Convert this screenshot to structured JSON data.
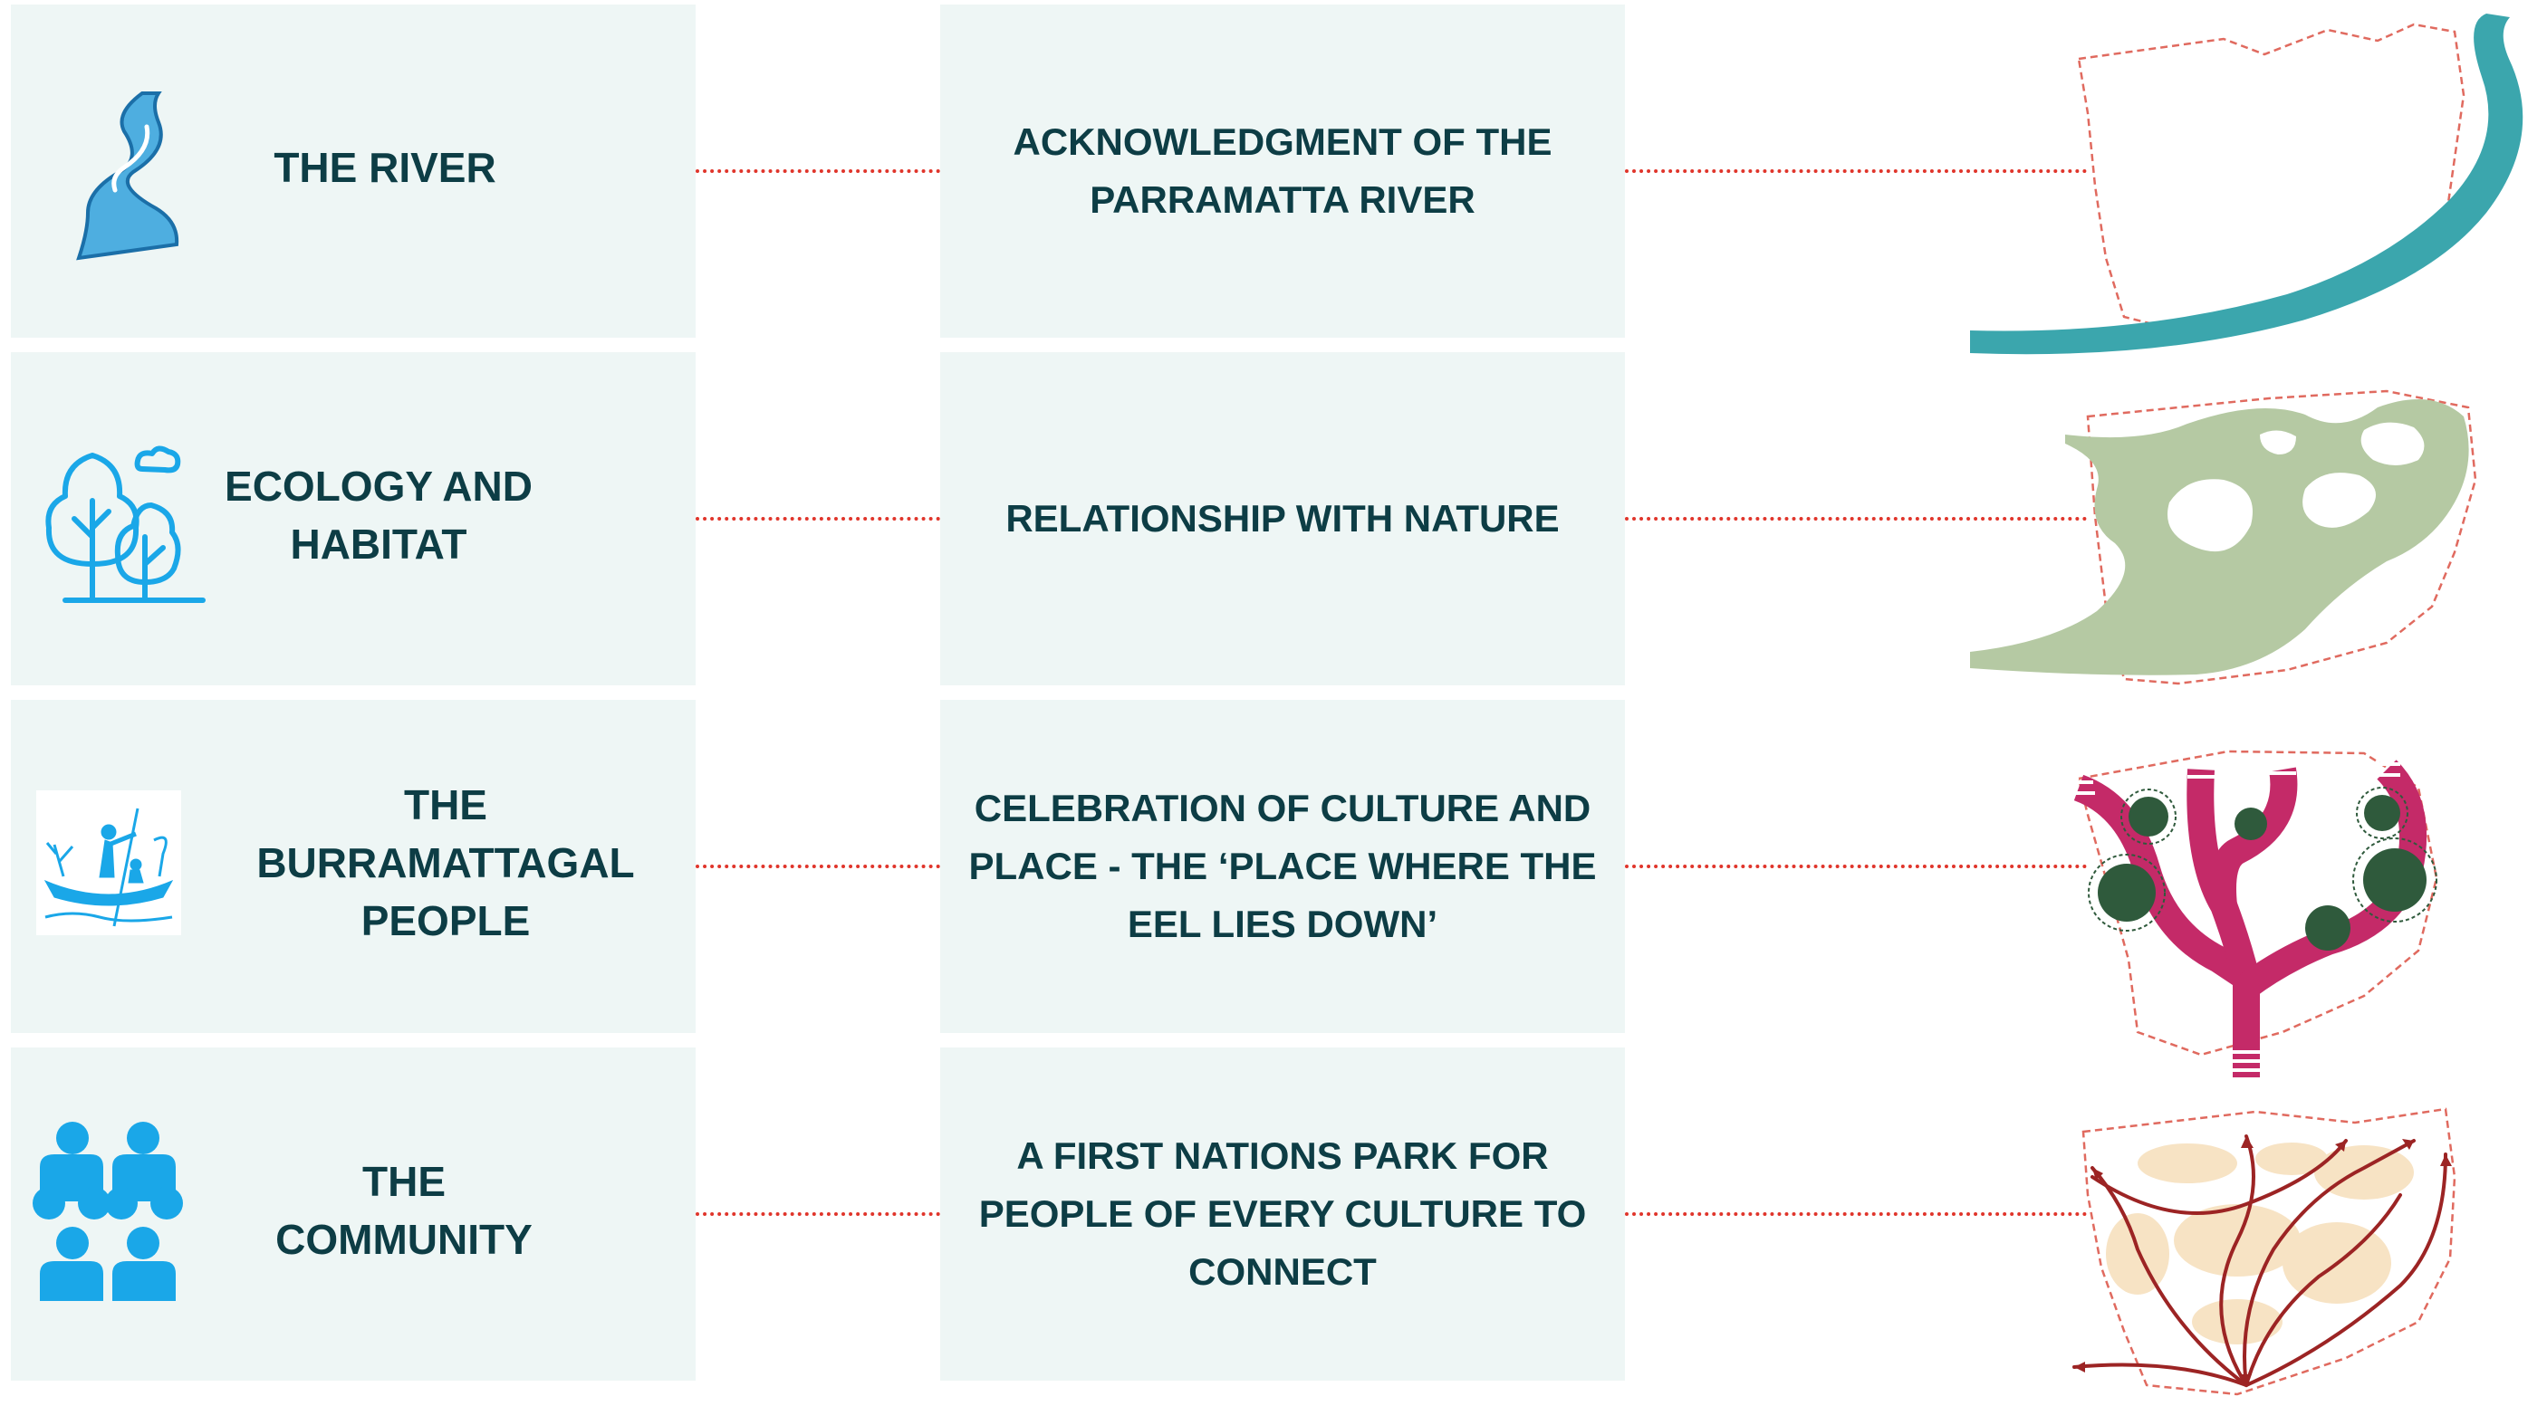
{
  "rows": [
    {
      "title": "THE RIVER",
      "icon": "river-icon",
      "description": "ACKNOWLEDGMENT OF THE\nPARRAMATTA RIVER",
      "diagram": "river-site-diagram"
    },
    {
      "title": "ECOLOGY AND\nHABITAT",
      "icon": "trees-icon",
      "description": "RELATIONSHIP WITH NATURE",
      "diagram": "habitat-site-diagram"
    },
    {
      "title": "THE\nBURRAMATTAGAL\nPEOPLE",
      "icon": "canoe-fishing-icon",
      "description": "CELEBRATION OF CULTURE AND\nPLACE - THE ‘PLACE WHERE THE\nEEL LIES DOWN’",
      "diagram": "eel-culture-site-diagram"
    },
    {
      "title": "THE COMMUNITY",
      "icon": "community-people-icon",
      "description": "A FIRST NATIONS PARK FOR\nPEOPLE OF EVERY CULTURE TO\nCONNECT",
      "diagram": "community-paths-site-diagram"
    }
  ],
  "colors": {
    "card_background": "#eef6f5",
    "text": "#0d3d45",
    "connector": "#e0352b",
    "river_icon": "#4eaee0",
    "icon_blue": "#1aa7e8",
    "river_diagram": "#3ba6ad",
    "habitat_diagram": "#b5c9a3",
    "culture_diagram": "#c42a68",
    "culture_nodes": "#2f5a3c",
    "community_blobs": "#f7e3c4",
    "community_arrows": "#9c2424",
    "site_boundary": "#e06a5f"
  }
}
